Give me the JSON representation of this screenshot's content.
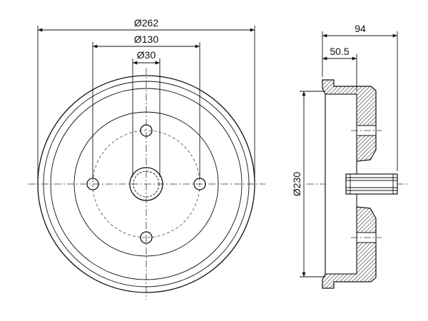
{
  "title": "",
  "front_view": {
    "dimensions": [
      {
        "id": "outer_diameter",
        "label": "Ø262"
      },
      {
        "id": "bolt_circle",
        "label": "Ø130"
      },
      {
        "id": "center_bore",
        "label": "Ø30"
      }
    ]
  },
  "side_view": {
    "dimensions": [
      {
        "id": "overall_width",
        "label": "94"
      },
      {
        "id": "offset_width",
        "label": "50.5"
      },
      {
        "id": "braking_diameter",
        "label": "Ø230"
      }
    ]
  },
  "colors": {
    "line": "#111111",
    "hatch": "#333333",
    "background": "#ffffff"
  }
}
